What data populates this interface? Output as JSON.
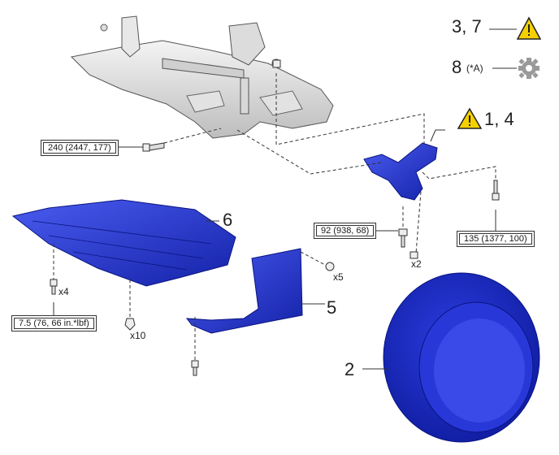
{
  "legend": {
    "row1": {
      "label": "3, 7",
      "icon": "caution-triangle-icon"
    },
    "row2": {
      "label": "8",
      "note": "(*A)",
      "icon": "gear-icon"
    }
  },
  "callouts": {
    "c14": "1, 4",
    "c6": "6",
    "c5": "5",
    "c2": "2"
  },
  "torque": {
    "t240": "240 (2447, 177)",
    "t92": "92 (938, 68)",
    "t135": "135 (1377, 100)",
    "t75": "7.5 (76, 66 in.*lbf)"
  },
  "quantities": {
    "x2": "x2",
    "x4": "x4",
    "x5": "x5",
    "x10": "x10"
  },
  "colors": {
    "part_blue": "#2233cc",
    "caution_yellow": "#f5d000",
    "gear_gray": "#9a9a9a"
  }
}
